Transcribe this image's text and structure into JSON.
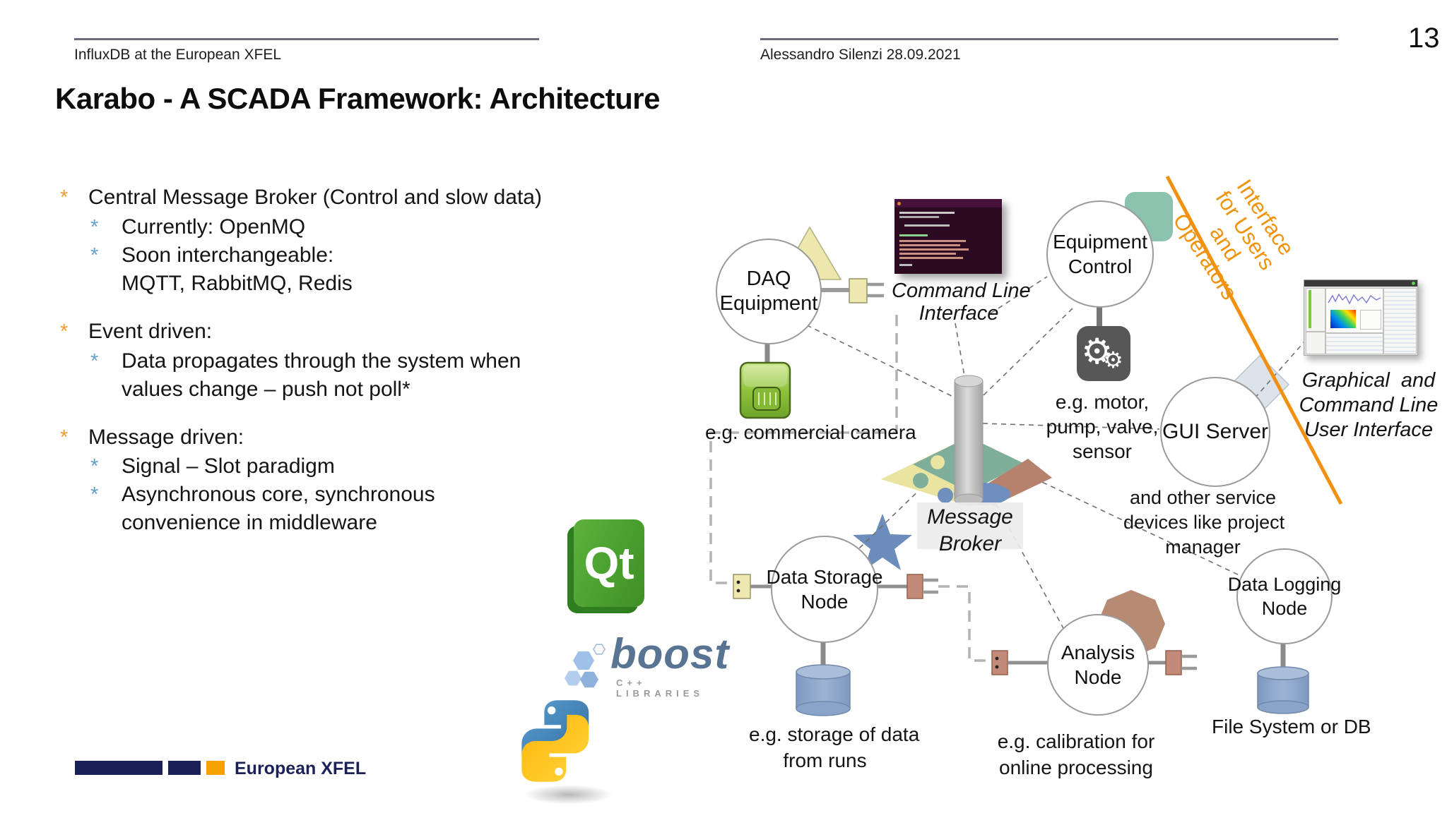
{
  "colors": {
    "accent_orange": "#f0930c",
    "bullet_orange": "#f09a2e",
    "bullet_blue": "#64a0cc",
    "xfel_navy": "#1a2157",
    "xfel_orange": "#f6a200",
    "dash_gray": "#b3b3b3",
    "node_border": "#9a9a9a"
  },
  "header": {
    "left": "InfluxDB at the European XFEL",
    "right": "Alessandro Silenzi 28.09.2021",
    "page": "13"
  },
  "title": "Karabo - A SCADA Framework: Architecture",
  "bullets": [
    {
      "marker": "*",
      "text": "Central Message Broker (Control and slow data)"
    },
    {
      "marker": "*",
      "text": "Currently: OpenMQ"
    },
    {
      "marker": "*",
      "text": "Soon interchangeable:"
    },
    {
      "marker": "",
      "text": "MQTT, RabbitMQ, Redis"
    },
    {
      "marker": "*",
      "text": "Event driven:"
    },
    {
      "marker": "*",
      "text": "Data propagates through the system when"
    },
    {
      "marker": "",
      "text": "values change – push not poll*"
    },
    {
      "marker": "*",
      "text": "Message driven:"
    },
    {
      "marker": "*",
      "text": "Signal – Slot paradigm"
    },
    {
      "marker": "*",
      "text": "Asynchronous core, synchronous"
    },
    {
      "marker": "",
      "text": "convenience in middleware"
    }
  ],
  "diagram": {
    "nodes": {
      "daq": {
        "l1": "DAQ",
        "l2": "Equipment"
      },
      "equipment_control": {
        "l1": "Equipment",
        "l2": "Control"
      },
      "gui_server": {
        "l1": "GUI Server"
      },
      "data_storage": {
        "l1": "Data Storage",
        "l2": "Node"
      },
      "analysis": {
        "l1": "Analysis",
        "l2": "Node"
      },
      "data_logging": {
        "l1": "Data Logging",
        "l2": "Node"
      }
    },
    "labels": {
      "message_broker": {
        "l1": "Message",
        "l2": "Broker"
      },
      "cli": {
        "l1": "Command Line",
        "l2": "Interface"
      },
      "camera": "e.g. commercial camera",
      "motor": {
        "l1": "e.g. motor,",
        "l2": "pump, valve,",
        "l3": "sensor"
      },
      "gui": {
        "l1": "Graphical  and",
        "l2": "Command Line",
        "l3": "User Interface"
      },
      "other_services": {
        "l1": "and other service",
        "l2": "devices like project",
        "l3": "manager"
      },
      "storage": {
        "l1": "e.g. storage of data",
        "l2": "from runs"
      },
      "calibration": {
        "l1": "e.g. calibration for",
        "l2": "online processing"
      },
      "file_system": "File System or DB",
      "interface_users": {
        "l1": "Interface",
        "l2": "for Users",
        "l3": "and",
        "l4": "Operators"
      }
    }
  },
  "icons": {
    "gears": "⚙"
  },
  "logos": {
    "qt": "Qt",
    "boost": "boost",
    "boost_sub": "C++ LIBRARIES",
    "xfel": "European XFEL"
  }
}
